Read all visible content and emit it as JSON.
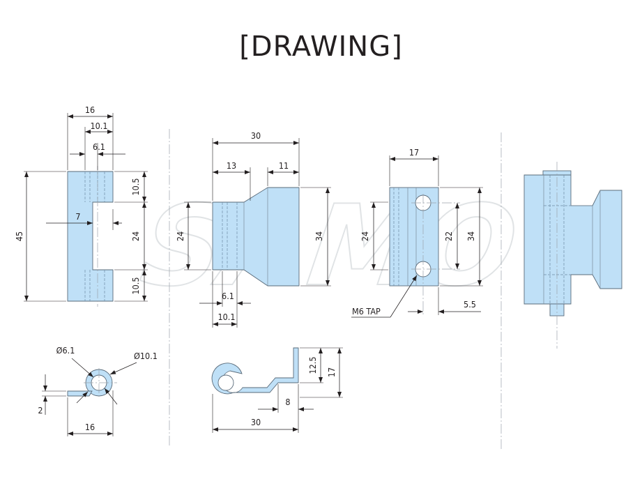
{
  "title": "[DRAWING]",
  "watermark": "SAMO",
  "colors": {
    "part_fill": "#bfe0f7",
    "outline": "#5a6b7a",
    "dimension": "#231f20"
  },
  "views": {
    "front": {
      "width": "16",
      "inner_width": "10.1",
      "bore": "6.1",
      "height": "45",
      "gap_width": "7",
      "top_knuckle": "10.5",
      "gap": "24",
      "bottom_knuckle": "10.5"
    },
    "top": {
      "outer_dia": "Ø10.1",
      "inner_dia": "Ø6.1",
      "thickness": "2",
      "width": "16"
    },
    "side": {
      "length": "30",
      "knuckle": "13",
      "flange": "11",
      "knuckle_height": "24",
      "plate_height": "34",
      "bore": "6.1",
      "outer": "10.1"
    },
    "profile": {
      "leg_height": "12.5",
      "total_height": "17",
      "step": "8",
      "length": "30"
    },
    "plate": {
      "width": "17",
      "hole_span_outer": "24",
      "hole_pitch": "22",
      "height": "34",
      "edge_offset": "5.5",
      "tap_label": "M6 TAP"
    }
  }
}
